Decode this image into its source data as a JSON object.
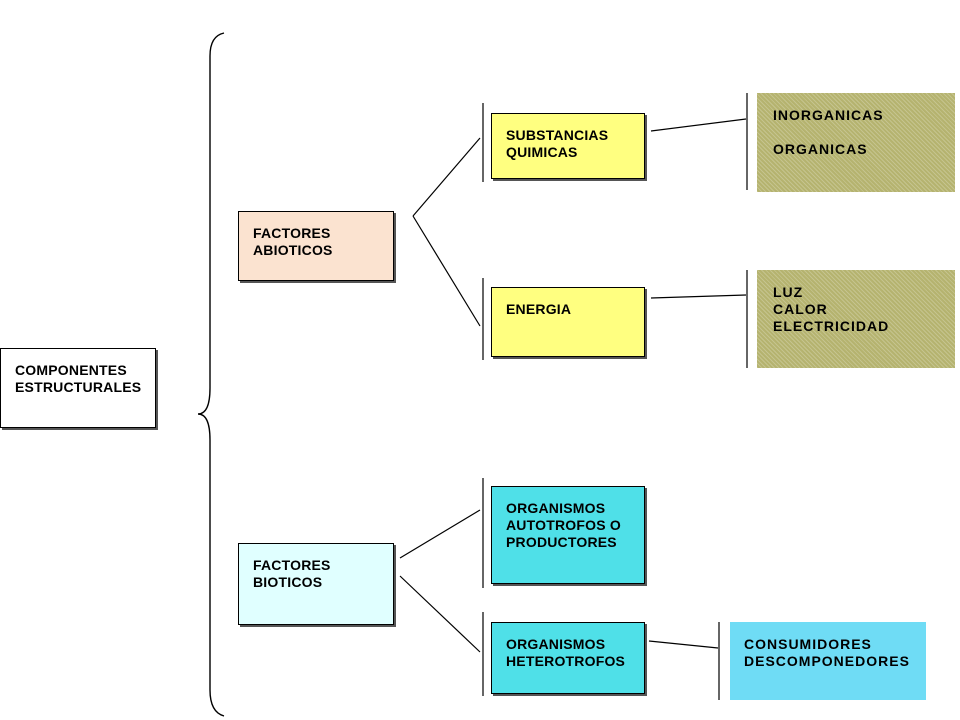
{
  "colors": {
    "root": "#ffffff",
    "abiotic": "#fbe3d0",
    "abiotic_children": "#ffff80",
    "abiotic_leaves": "#b5b36f",
    "biotic": "#e0ffff",
    "biotic_children": "#4fe0e8",
    "consumers": "#6fdcf5"
  },
  "nodes": {
    "root": {
      "lines": [
        "COMPONENTES",
        "ESTRUCTURALES"
      ]
    },
    "abioticos": {
      "lines": [
        "FACTORES",
        "ABIOTICOS"
      ]
    },
    "bioticos": {
      "lines": [
        "FACTORES",
        "BIOTICOS"
      ]
    },
    "substancias": {
      "lines": [
        "SUBSTANCIAS",
        "QUIMICAS"
      ]
    },
    "energia": {
      "lines": [
        "ENERGIA"
      ]
    },
    "quimicas_tipos": {
      "lines": [
        "INORGANICAS",
        "ORGANICAS"
      ]
    },
    "energia_tipos": {
      "lines": [
        "LUZ",
        "CALOR",
        "ELECTRICIDAD"
      ]
    },
    "autotrofos": {
      "lines": [
        "ORGANISMOS",
        "AUTOTROFOS O",
        "PRODUCTORES"
      ]
    },
    "heterotrofos": {
      "lines": [
        "ORGANISMOS",
        "HETEROTROFOS"
      ]
    },
    "consumidores": {
      "lines": [
        "CONSUMIDORES",
        "DESCOMPONEDORES"
      ]
    }
  }
}
